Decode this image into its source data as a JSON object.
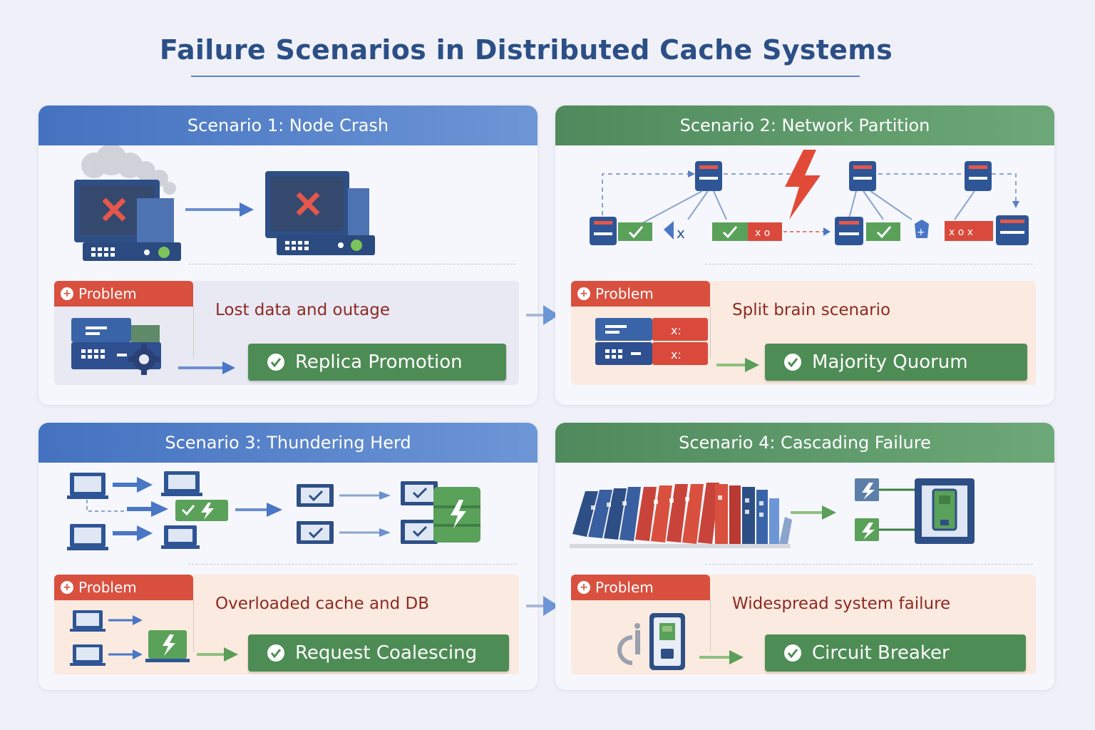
{
  "title": "Failure Scenarios in Distributed Cache Systems",
  "scenarios": [
    {
      "header": "Scenario 1: Node Crash",
      "problem_label": "Problem",
      "problem": "Lost data and outage",
      "solution": "Replica Promotion"
    },
    {
      "header": "Scenario 2: Network Partition",
      "problem_label": "Problem",
      "problem": "Split brain scenario",
      "solution": "Majority Quorum"
    },
    {
      "header": "Scenario 3: Thundering Herd",
      "problem_label": "Problem",
      "problem": "Overloaded cache and DB",
      "solution": "Request Coalescing"
    },
    {
      "header": "Scenario 4: Cascading Failure",
      "problem_label": "Problem",
      "problem": "Widespread system failure",
      "solution": "Circuit Breaker"
    }
  ],
  "colors": {
    "blue_header": "#4472c0",
    "green_header": "#4f8a5d",
    "problem_red": "#d9503f",
    "solution_green": "#4e8c55",
    "title": "#2b4f86"
  }
}
